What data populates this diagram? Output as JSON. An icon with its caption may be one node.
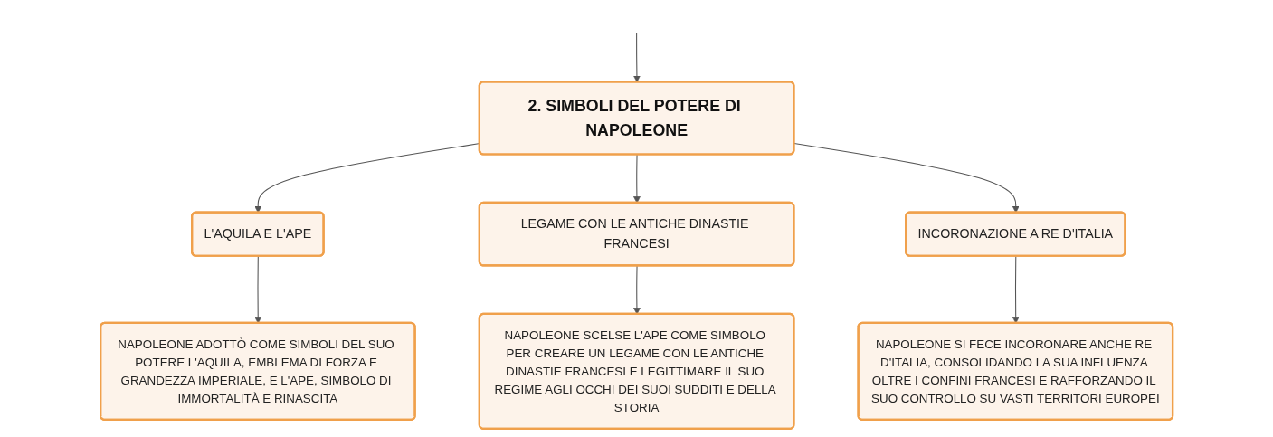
{
  "diagram": {
    "nodes": [
      {
        "text": [
          "2. SIMBOLI DEL POTERE DI NAPOLEONE"
        ]
      },
      {
        "text": [
          "L'AQUILA E L'APE"
        ]
      },
      {
        "text": [
          "LEGAME CON LE ANTICHE DINASTIE FRANCESI"
        ]
      },
      {
        "text": [
          "INCORONAZIONE A RE D'ITALIA"
        ]
      },
      {
        "text": [
          "NAPOLEONE ADOTTÒ COME SIMBOLI DEL SUO POTERE L'AQUILA, EMBLEMA DI FORZA E GRANDEZZA IMPERIALE, E L'APE, SIMBOLO DI IMMORTALITÀ E RINASCITA"
        ]
      },
      {
        "text": [
          "NAPOLEONE SCELSE L'APE COME SIMBOLO PER CREARE UN LEGAME CON LE ANTICHE DINASTIE FRANCESI E LEGITTIMARE IL SUO REGIME AGLI OCCHI DEI SUOI SUDDITI E DELLA STORIA"
        ]
      },
      {
        "text": [
          "NAPOLEONE SI FECE INCORONARE ANCHE RE D'ITALIA, CONSOLIDANDO LA SUA INFLUENZA OLTRE I CONFINI FRANCESI E RAFFORZANDO IL SUO CONTROLLO SU VASTI TERRITORI EUROPEI"
        ]
      }
    ],
    "edges": [
      {
        "from": null,
        "to": 0,
        "arrow": "to"
      },
      {
        "from": 0,
        "to": 1,
        "arrow": "to"
      },
      {
        "from": 0,
        "to": 2,
        "arrow": "to"
      },
      {
        "from": 0,
        "to": 3,
        "arrow": "to"
      },
      {
        "from": 1,
        "to": 4,
        "arrow": "to"
      },
      {
        "from": 2,
        "to": 5,
        "arrow": "to"
      },
      {
        "from": 3,
        "to": 6,
        "arrow": "to"
      }
    ]
  }
}
